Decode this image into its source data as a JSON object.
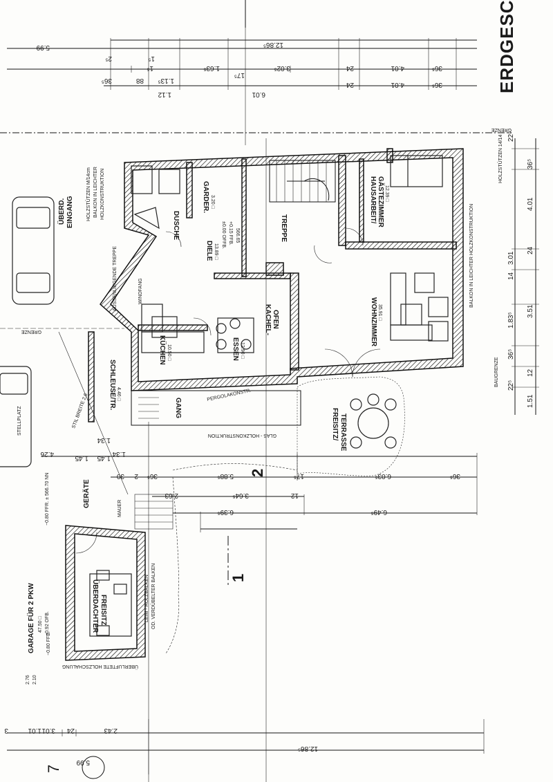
{
  "title": "ERDGESCHO",
  "top_dims": {
    "total": "12.86⁵",
    "left_total": "5.99",
    "row1": [
      "2⁵",
      "1.63⁵",
      "3.02⁵",
      "24",
      "4.01",
      "36⁵",
      "1⁵"
    ],
    "row2": [
      "36⁵",
      "88",
      "1.13⁵",
      "1.12",
      "6.01",
      "24",
      "4.01",
      "36⁵",
      "1⁵",
      "17⁵"
    ]
  },
  "right_dims": [
    "22⁵",
    "36⁵",
    "4.01",
    "24",
    "3.01",
    "14",
    "1.83⁵",
    "3.51",
    "36⁵",
    "12",
    "1.51",
    "22⁵"
  ],
  "bottom_dims": [
    "3",
    "1.01",
    "3.01",
    "24",
    "2.43",
    "5.99",
    "12.86⁵"
  ],
  "mid_dims": [
    "4.26",
    "1.34",
    "1.34",
    "30",
    "36⁵",
    "2",
    "5.88⁵",
    "17⁵",
    "6.03⁵",
    "36⁵",
    "12",
    "3.64⁵",
    "2.63",
    "6.39⁵",
    "6.49⁵",
    "1.45",
    "1.45"
  ],
  "rooms": {
    "dusche": "DUSCHE",
    "garderobe": "GARDER.",
    "garderobe_area": "3.20 □",
    "diele": "DIELE",
    "diele_area": "13.89 □",
    "treppe": "TREPPE",
    "ffb": "±0.00 OFFB.",
    "ffb2": "+0.15 FFB.",
    "ffb3": "566.65",
    "hausarbeit": "HAUSARBEIT/",
    "gaeste": "GÄSTEZIMMER",
    "hausarbeit_area": "12.39 □",
    "wohnzimmer": "WOHNZIMMER",
    "wohnzimmer_area": "35.91 □",
    "kachelofen": "KACHEL-",
    "kachelofen2": "OFEN",
    "essen": "ESSEN",
    "essen_area": "12.90 □",
    "kuechen": "KÜCHEN",
    "kuechen_area": "10.50 □",
    "schleuse": "SCHLEUSE/TR.",
    "schleuse_area": "4.46 □",
    "gang": "GANG",
    "freisitz": "FREISITZ/",
    "terrasse": "TERRASSE",
    "ueberdacht": "ÜBERDACHTER",
    "ueberdacht2": "FREISITZ",
    "garage": "GARAGE FÜR 2 PKW",
    "garage_area": "47.50 □",
    "garage_ffb": "−0.92 OFB.",
    "garage_ffb2": "−0.80 FFB.",
    "geraete": "GERÄTE",
    "eingang": "ÜBERD.",
    "eingang2": "EINGANG",
    "windfang": "WINDFANG"
  },
  "notes": {
    "grenze": "GRENZE",
    "holzstuetzen": "HOLZSTÜTZEN 14/14",
    "balkon": "BALKON IN LEICHTER HOLZKONSTRUKTION",
    "holzstuetzen2": "HOLZSTÜTZEN M/14cm",
    "balkon2": "BALKON IN LEICHTER",
    "balkon3": "HOLZKONSTRUKTION",
    "baugrenze": "BAUGRENZE",
    "glas": "GLAS - HOLZKONSTRUKTION",
    "pergola": "PERGOLAKONSTR.",
    "aussenliegende": "AUSSENLIEGENDE TREPPE",
    "mauer": "MAUER",
    "holzbalken": "LEIM - HOLZBALKEN",
    "holzbalken2": "OD. VERDÜBELTER BALKEN",
    "holzschalung": "ÜBERLUFTETE HOLZSCHALUNG",
    "grenze_left": "GRENZE",
    "stellplatz": "STELLPLATZ",
    "ffb_garage": "−0.80 FFR. ± 566.70 NN",
    "spur": "STIL BREITE 2.6",
    "section_1": "1",
    "section_2": "2",
    "bottom_left": "7",
    "bottom_baugr": "2.76",
    "bottom_baugr2": "2.10"
  }
}
